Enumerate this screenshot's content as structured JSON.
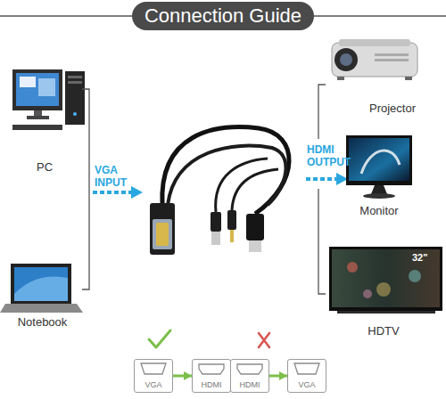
{
  "diagram": {
    "title": "Connection Guide",
    "nodes": [
      {
        "text": [
          "PC"
        ]
      },
      {
        "text": [
          "Notebook"
        ]
      },
      {
        "text": [
          "Projector"
        ]
      },
      {
        "text": [
          "Monitor"
        ]
      },
      {
        "text": [
          "HDTV"
        ]
      },
      {
        "text": [
          "VGA"
        ]
      },
      {
        "text": [
          "HDMI"
        ]
      },
      {
        "text": [
          "HDMI"
        ]
      },
      {
        "text": [
          "VGA"
        ]
      }
    ],
    "edges": [
      {
        "from": 5,
        "to": 6,
        "arrow": "to"
      },
      {
        "from": 7,
        "to": 8,
        "arrow": "to"
      }
    ],
    "labels": [
      "VGA INPUT",
      "HDMI OUTPUT",
      "32\""
    ]
  }
}
